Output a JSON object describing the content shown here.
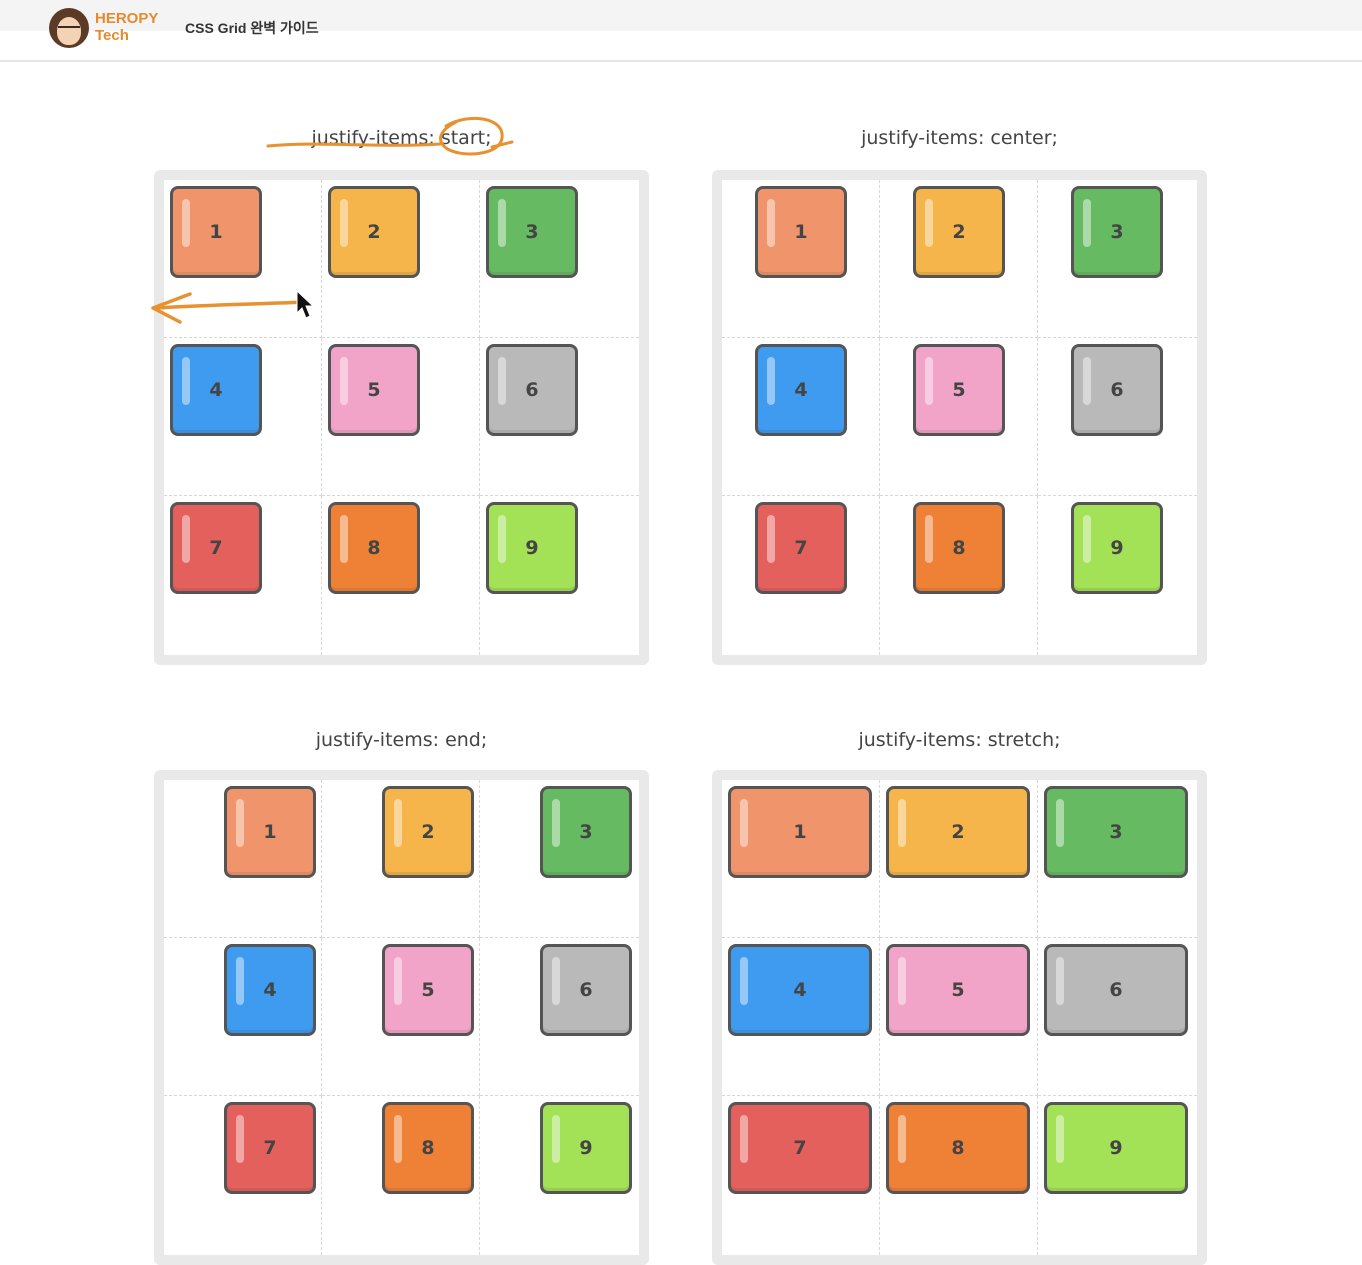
{
  "header": {
    "logo_line1": "HEROPY",
    "logo_line2": "Tech",
    "page_title": "CSS Grid 완벽 가이드"
  },
  "panels": [
    {
      "title": "justify-items: start;",
      "mode": "start"
    },
    {
      "title": "justify-items: center;",
      "mode": "center"
    },
    {
      "title": "justify-items: end;",
      "mode": "end"
    },
    {
      "title": "justify-items: stretch;",
      "mode": "stretch"
    }
  ],
  "items": [
    {
      "label": "1",
      "color": "#f0956b"
    },
    {
      "label": "2",
      "color": "#f5b54a"
    },
    {
      "label": "3",
      "color": "#66bb62"
    },
    {
      "label": "4",
      "color": "#3f9bf0"
    },
    {
      "label": "5",
      "color": "#f2a3c8"
    },
    {
      "label": "6",
      "color": "#b9b9b9"
    },
    {
      "label": "7",
      "color": "#e3605d"
    },
    {
      "label": "8",
      "color": "#ef8137"
    },
    {
      "label": "9",
      "color": "#a3e157"
    }
  ],
  "annotation_color": "#e8912f"
}
